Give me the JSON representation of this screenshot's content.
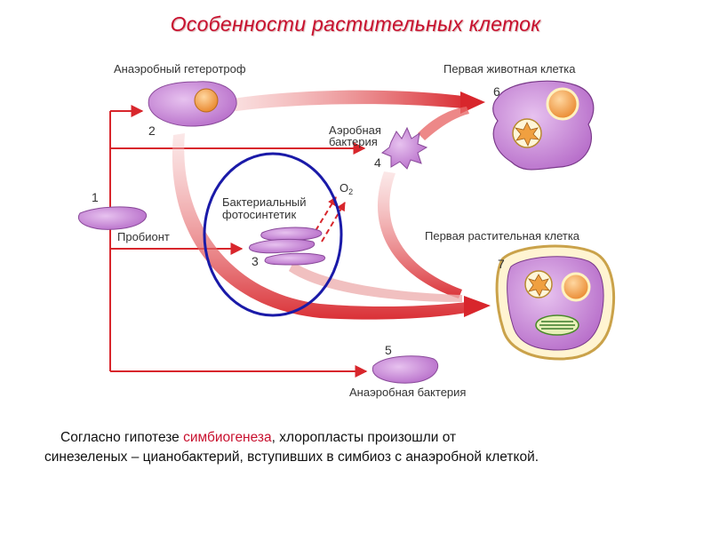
{
  "title": "Особенности растительных клеток",
  "diagram": {
    "labels": {
      "anaerobic_heterotroph": "Анаэробный гетеротроф",
      "first_animal_cell": "Первая животная клетка",
      "aerobic_bacterium_line1": "Аэробная",
      "aerobic_bacterium_line2": "бактерия",
      "bacterial_photosynthetic_line1": "Бактериальный",
      "bacterial_photosynthetic_line2": "фотосинтетик",
      "oxygen": "O",
      "oxygen_sub": "2",
      "probiont": "Пробионт",
      "first_plant_cell": "Первая растительная клетка",
      "anaerobic_bacterium": "Анаэробная бактерия"
    },
    "numbers": {
      "n1": "1",
      "n2": "2",
      "n3": "3",
      "n4": "4",
      "n5": "5",
      "n6": "6",
      "n7": "7"
    },
    "colors": {
      "arrow_red": "#d8262c",
      "cell_fill": "#c98ad8",
      "cell_stroke": "#7a3a8a",
      "nucleus": "#f0a040",
      "highlight_circle": "#1a1aa8",
      "title": "#c8102e"
    }
  },
  "caption": {
    "line1_before": "Согласно гипотезе ",
    "line1_highlight": "симбиогенеза",
    "line1_after": ", хлоропласты произошли от",
    "line2": "синезеленых – цианобактерий, вступивших в симбиоз с анаэробной клеткой."
  }
}
